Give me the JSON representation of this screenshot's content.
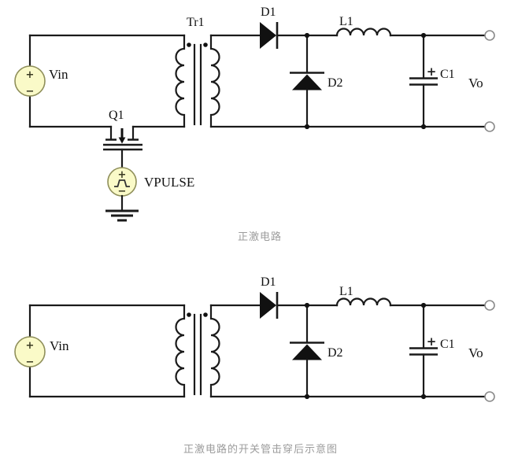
{
  "figure": {
    "top": {
      "caption": "正激电路",
      "components": {
        "tr1": "Tr1",
        "vin": "Vin",
        "q1": "Q1",
        "vpulse": "VPULSE",
        "d1": "D1",
        "d2": "D2",
        "l1": "L1",
        "c1": "C1",
        "vo": "Vo"
      }
    },
    "bottom": {
      "caption": "正激电路的开关管击穿后示意图",
      "components": {
        "vin": "Vin",
        "d1": "D1",
        "d2": "D2",
        "l1": "L1",
        "c1": "C1",
        "vo": "Vo"
      }
    },
    "symbols": {
      "plus": "+",
      "minus": "−"
    },
    "colors": {
      "wire": "#1a1a1a",
      "source_fill": "#fafac8",
      "source_border": "#8f8f5a",
      "terminal_border": "#8a8a8a",
      "caption_text": "#9c9c9c",
      "background": "#ffffff"
    }
  }
}
